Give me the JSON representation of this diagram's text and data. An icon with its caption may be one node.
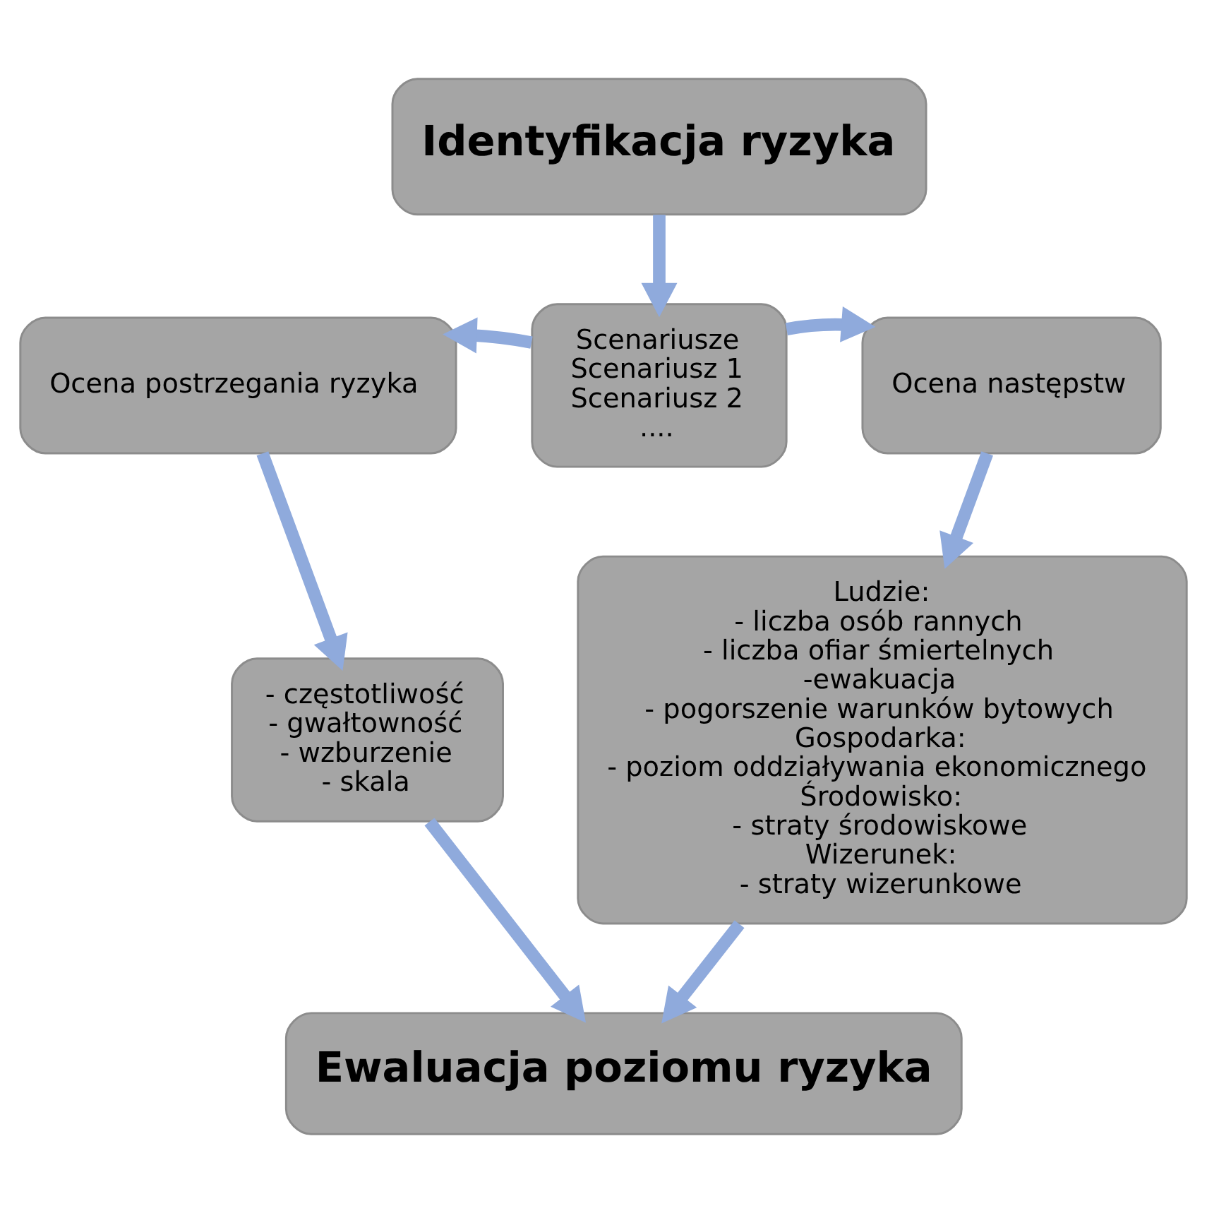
{
  "diagram": {
    "nodes": [
      {
        "text": [
          "Identyfikacja ryzyka"
        ]
      },
      {
        "text": [
          "Scenariusze",
          "Scenariusz 1",
          "Scenariusz 2",
          "...."
        ]
      },
      {
        "text": [
          "Ocena postrzegania ryzyka"
        ]
      },
      {
        "text": [
          "Ocena następstw"
        ]
      },
      {
        "text": [
          "- częstotliwość",
          "- gwałtowność",
          "- wzburzenie",
          "- skala"
        ]
      },
      {
        "text": [
          "Ludzie:",
          "- liczba osób rannych",
          "- liczba ofiar śmiertelnych",
          "-ewakuacja",
          "- pogorszenie warunków bytowych",
          "Gospodarka:",
          "- poziom oddziaływania ekonomicznego",
          "Środowisko:",
          "- straty środowiskowe",
          "Wizerunek:",
          "- straty wizerunkowe"
        ]
      },
      {
        "text": [
          "Ewaluacja poziomu ryzyka"
        ]
      }
    ],
    "edges": [
      {
        "from": 0,
        "to": 1,
        "arrow": "to"
      },
      {
        "from": 1,
        "to": 2,
        "arrow": "to"
      },
      {
        "from": 1,
        "to": 3,
        "arrow": "to"
      },
      {
        "from": 2,
        "to": 4,
        "arrow": "to"
      },
      {
        "from": 3,
        "to": 5,
        "arrow": "to"
      },
      {
        "from": 4,
        "to": 6,
        "arrow": "to"
      },
      {
        "from": 5,
        "to": 6,
        "arrow": "to"
      }
    ]
  }
}
